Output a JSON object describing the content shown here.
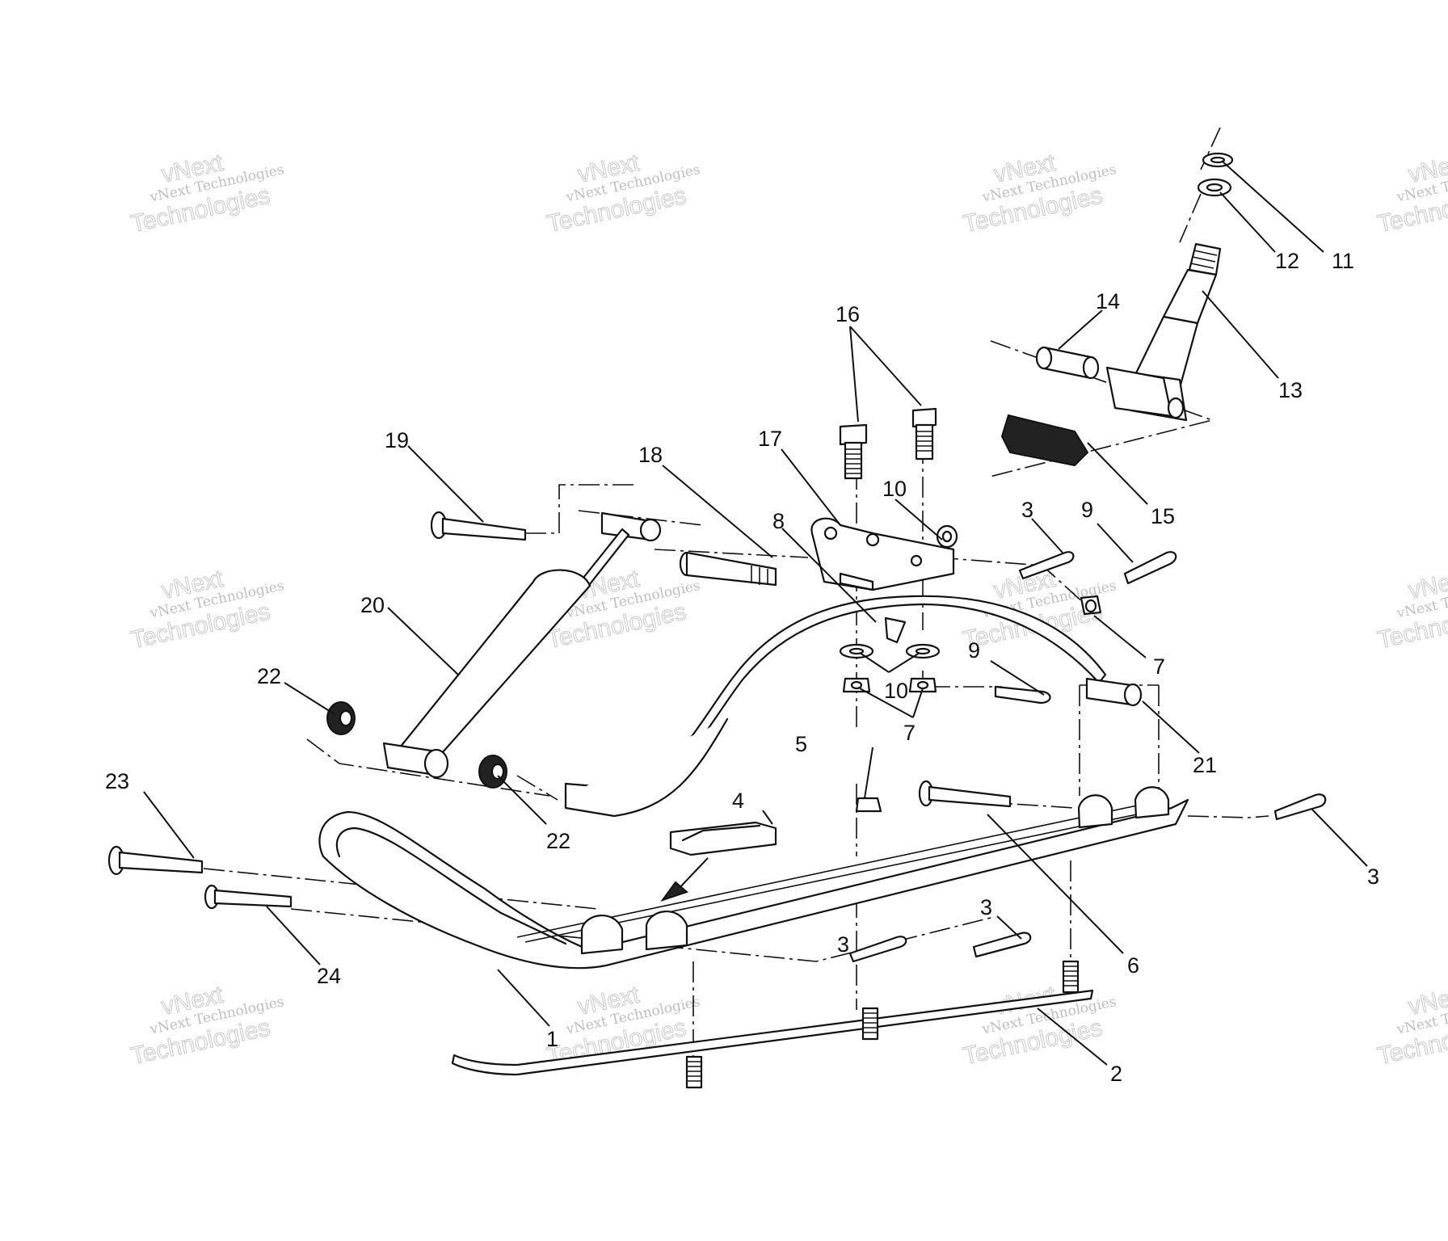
{
  "callouts": [
    "1",
    "2",
    "3",
    "3",
    "3",
    "3",
    "4",
    "5",
    "6",
    "7",
    "7",
    "8",
    "9",
    "9",
    "10",
    "10",
    "11",
    "12",
    "13",
    "14",
    "15",
    "16",
    "17",
    "18",
    "19",
    "20",
    "21",
    "22",
    "22",
    "23",
    "24"
  ],
  "watermark": {
    "line1": "vNext Technologies",
    "line2": "vNext",
    "line3": "Technologies"
  },
  "colors": {
    "ink": "#111111",
    "paper": "#ffffff",
    "watermark": "#8a8a8a"
  }
}
